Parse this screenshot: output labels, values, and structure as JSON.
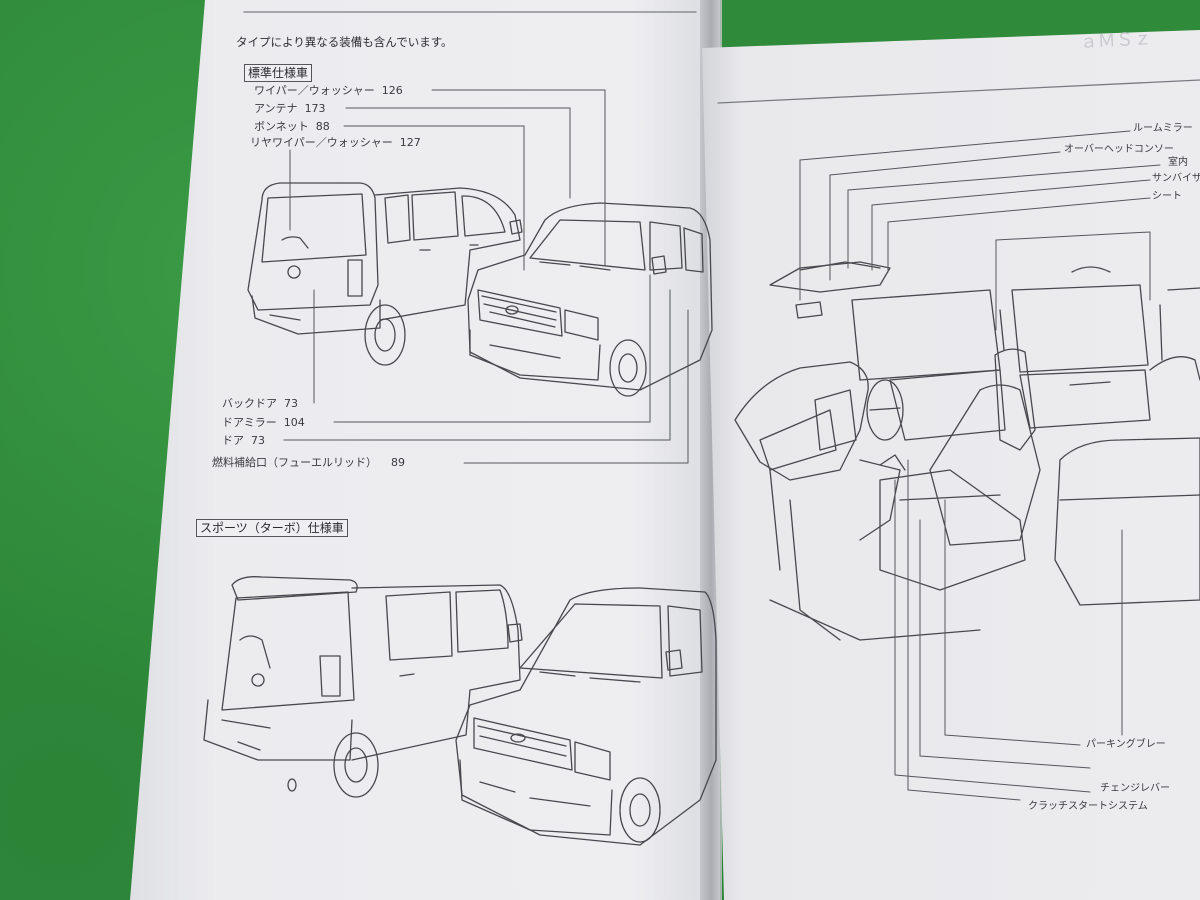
{
  "left_page": {
    "intro": "タイプにより異なる装備も含んでいます。",
    "section_standard": "標準仕様車",
    "section_sports": "スポーツ（ターボ）仕様車",
    "top_callouts": [
      {
        "label": "ワイパー／ウォッシャー",
        "page": "126"
      },
      {
        "label": "アンテナ",
        "page": "173"
      },
      {
        "label": "ボンネット",
        "page": "88"
      },
      {
        "label": "リヤワイパー／ウォッシャー",
        "page": "127"
      }
    ],
    "bottom_callouts": [
      {
        "label": "バックドア",
        "page": "73"
      },
      {
        "label": "ドアミラー",
        "page": "104"
      },
      {
        "label": "ドア",
        "page": "73"
      },
      {
        "label": "燃料補給口（フューエルリッド）",
        "page": "89"
      }
    ]
  },
  "right_page": {
    "top_callouts": [
      "ルームミラー",
      "オーバーヘッドコンソー",
      "室内",
      "サンバイザ",
      "シート"
    ],
    "bottom_callouts": [
      "パーキングブレー",
      "チェンジレバー",
      "クラッチスタートシステム"
    ]
  },
  "colors": {
    "background": "#2f8a3a",
    "paper": "#ececef",
    "ink": "#3b3b40"
  }
}
